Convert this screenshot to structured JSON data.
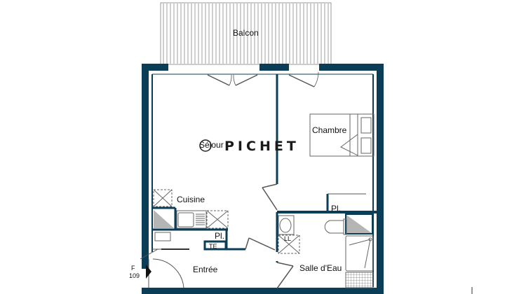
{
  "plan": {
    "rooms": {
      "balcon": "Balcon",
      "sejour": "Séjour",
      "chambre": "Chambre",
      "cuisine": "Cuisine",
      "placard_cuisine": "Pl.",
      "placard_chambre": "Pl.",
      "entree": "Entrée",
      "salle_eau": "Salle d'Eau"
    },
    "fixtures": {
      "te": "TE",
      "ll": "LL"
    },
    "apartment": {
      "letter": "F",
      "number": "109"
    },
    "watermark": "PICHET"
  },
  "colors": {
    "wall": "#0b3d56",
    "hatch": "#888888",
    "shaft": "#b5b5b5"
  }
}
